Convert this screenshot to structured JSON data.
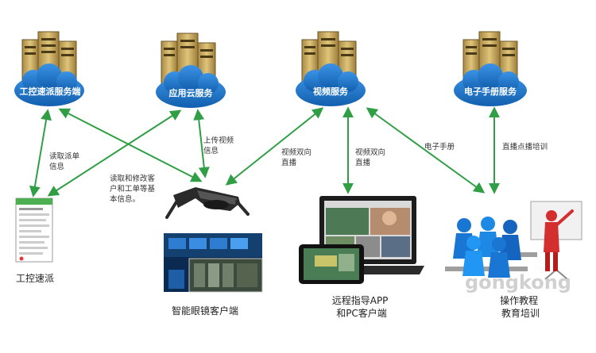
{
  "services": {
    "industrial": "工控速派服务端",
    "cloud": "应用云服务",
    "video": "视频服务",
    "manual": "电子手册服务"
  },
  "edges": {
    "read_dispatch": [
      "读取派单",
      "信息"
    ],
    "read_modify": [
      "读取和修改客",
      "户和工单等基",
      "本信息。"
    ],
    "upload_video": [
      "上传视频",
      "信息"
    ],
    "video_live_glasses": [
      "视频双向",
      "直播"
    ],
    "video_live_app": [
      "视频双向",
      "直播"
    ],
    "e_manual": "电子手册",
    "live_training": "直播点播培训"
  },
  "clients": {
    "dispatch": "工控速派",
    "glasses": "智能眼镜客户端",
    "remote": [
      "远程指导APP",
      "和PC客户端"
    ],
    "training": [
      "操作教程",
      "教育培训"
    ]
  },
  "watermark": "gongkong",
  "colors": {
    "cloud": "#1e78cf",
    "arrow": "#2f9e44",
    "server": "#c6a355"
  }
}
